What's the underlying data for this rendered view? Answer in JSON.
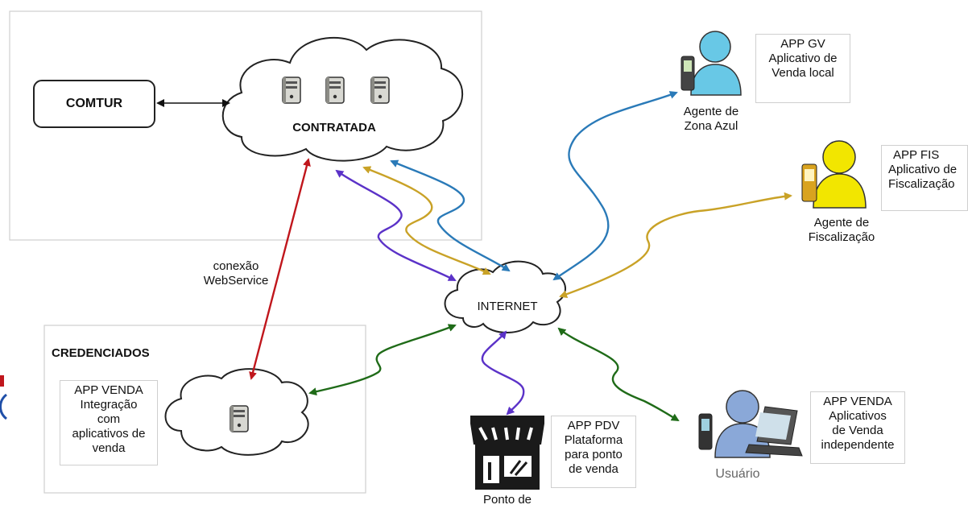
{
  "nodes": {
    "comtur": "COMTUR",
    "contratada": "CONTRATADA",
    "internet": "INTERNET",
    "credenciados": "CREDENCIADOS",
    "conexao_line1": "conexão",
    "conexao_line2": "WebService",
    "agente_zona_line1": "Agente de",
    "agente_zona_line2": "Zona Azul",
    "agente_fis_line1": "Agente de",
    "agente_fis_line2": "Fiscalização",
    "usuario": "Usuário",
    "ponto_line1": "Ponto de"
  },
  "app_boxes": {
    "gv": [
      "APP GV",
      "Aplicativo de",
      "Venda local"
    ],
    "fis": [
      "APP FIS",
      "Aplicativo de",
      "Fiscalização"
    ],
    "venda_cred": [
      "APP VENDA",
      "Integração",
      "com",
      "aplicativos de",
      "venda"
    ],
    "pdv": [
      "APP PDV",
      "Plataforma",
      "para ponto",
      "de venda"
    ],
    "venda_user": [
      "APP VENDA",
      "Aplicativos",
      "de Venda",
      "independente"
    ]
  },
  "colors": {
    "blue": "#2a7ab8",
    "gold": "#c9a227",
    "purple": "#5b32c8",
    "red": "#c0161c",
    "green": "#1f6b18",
    "black": "#111111",
    "person_blue": "#68c8e6",
    "person_yellow": "#f2e600",
    "person_steel": "#8aa8d8"
  }
}
